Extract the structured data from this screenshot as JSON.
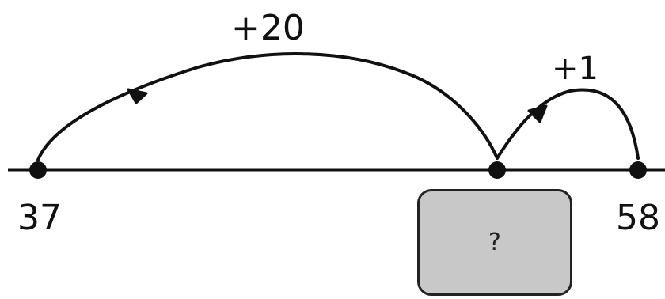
{
  "number_line": {
    "start_value": "37",
    "end_value": "58",
    "unknown": "?"
  },
  "jumps": [
    {
      "label": "+20"
    },
    {
      "label": "+1"
    }
  ],
  "colors": {
    "ink": "#111111",
    "box_fill": "#c8c8c8",
    "box_border": "#222222",
    "background": "#ffffff"
  }
}
